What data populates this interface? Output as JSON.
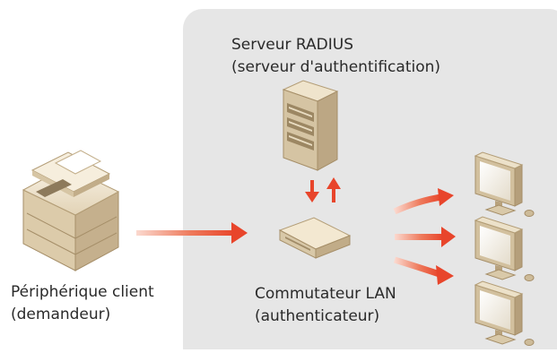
{
  "diagram": {
    "server": {
      "line1": "Serveur RADIUS",
      "line2": "(serveur d'authentification)",
      "icon": "server-icon"
    },
    "client": {
      "line1": "Périphérique client",
      "line2": "(demandeur)",
      "icon": "printer-icon"
    },
    "switch": {
      "line1": "Commutateur LAN",
      "line2": "(authenticateur)",
      "icon": "switch-icon"
    },
    "computers": {
      "count": 3,
      "icon": "monitor-icon"
    },
    "colors": {
      "zone": "#e6e6e6",
      "arrow": "#e8452b",
      "device": "#f1e7d3",
      "device_dark": "#b69f78",
      "text": "#2a2a2a"
    }
  }
}
